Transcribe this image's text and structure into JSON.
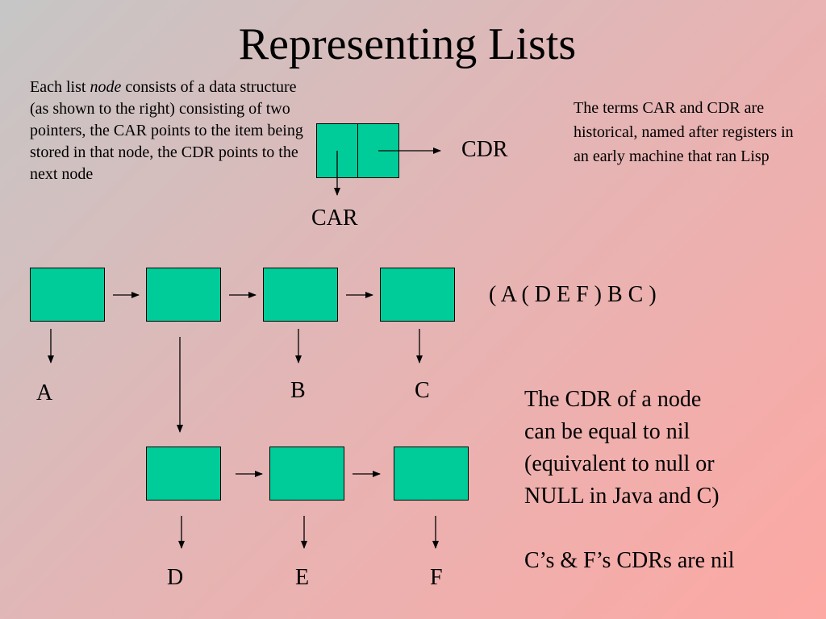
{
  "title": "Representing Lists",
  "intro": {
    "before": "Each list ",
    "emphasis": "node",
    "after": " consists of a data structure (as shown to the right) consisting of two pointers, the CAR points to the item being stored in that node, the CDR points to the next node"
  },
  "node_example": {
    "cdr_label": "CDR",
    "car_label": "CAR"
  },
  "history_note": "The terms CAR and CDR are historical, named after registers in an early machine that ran Lisp",
  "list_expression": "( A ( D E F ) B C )",
  "top_list_items": [
    "A",
    "B",
    "C"
  ],
  "sub_list_items": [
    "D",
    "E",
    "F"
  ],
  "nil_note": {
    "lines": [
      "The CDR of a node",
      "can be equal to nil",
      "(equivalent to null or",
      "NULL in Java and C)"
    ],
    "conclusion": "C’s & F’s CDRs are nil"
  },
  "colors": {
    "node_fill": "#00cc99",
    "background_start": "#c6c6c6",
    "background_end": "#fda8a3"
  }
}
